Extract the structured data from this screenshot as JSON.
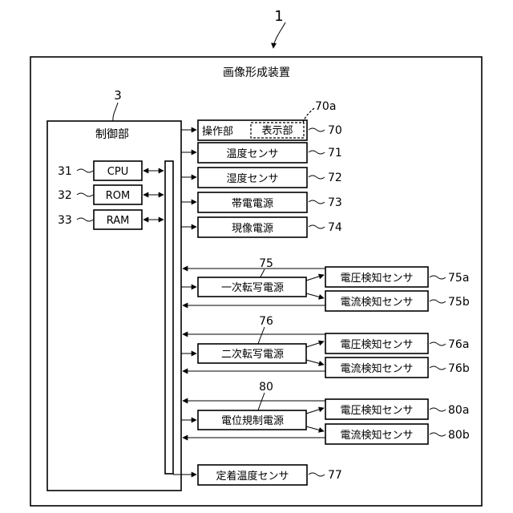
{
  "figure_number": "1",
  "apparatus": {
    "label": "画像形成装置"
  },
  "controller": {
    "ref": "3",
    "label": "制御部"
  },
  "memory": [
    {
      "ref": "31",
      "label": "CPU"
    },
    {
      "ref": "32",
      "label": "ROM"
    },
    {
      "ref": "33",
      "label": "RAM"
    }
  ],
  "operation_unit": {
    "label": "操作部",
    "ref": "70",
    "display_label": "表示部",
    "display_ref": "70a"
  },
  "output_units": [
    {
      "label": "温度センサ",
      "ref": "71"
    },
    {
      "label": "湿度センサ",
      "ref": "72"
    },
    {
      "label": "帯電電源",
      "ref": "73"
    },
    {
      "label": "現像電源",
      "ref": "74"
    }
  ],
  "power_groups": [
    {
      "label": "一次転写電源",
      "ref": "75",
      "sensors": [
        {
          "label": "電圧検知センサ",
          "ref": "75a"
        },
        {
          "label": "電流検知センサ",
          "ref": "75b"
        }
      ]
    },
    {
      "label": "二次転写電源",
      "ref": "76",
      "sensors": [
        {
          "label": "電圧検知センサ",
          "ref": "76a"
        },
        {
          "label": "電流検知センサ",
          "ref": "76b"
        }
      ]
    },
    {
      "label": "電位規制電源",
      "ref": "80",
      "sensors": [
        {
          "label": "電圧検知センサ",
          "ref": "80a"
        },
        {
          "label": "電流検知センサ",
          "ref": "80b"
        }
      ]
    }
  ],
  "fixing_sensor": {
    "label": "定着温度センサ",
    "ref": "77"
  }
}
